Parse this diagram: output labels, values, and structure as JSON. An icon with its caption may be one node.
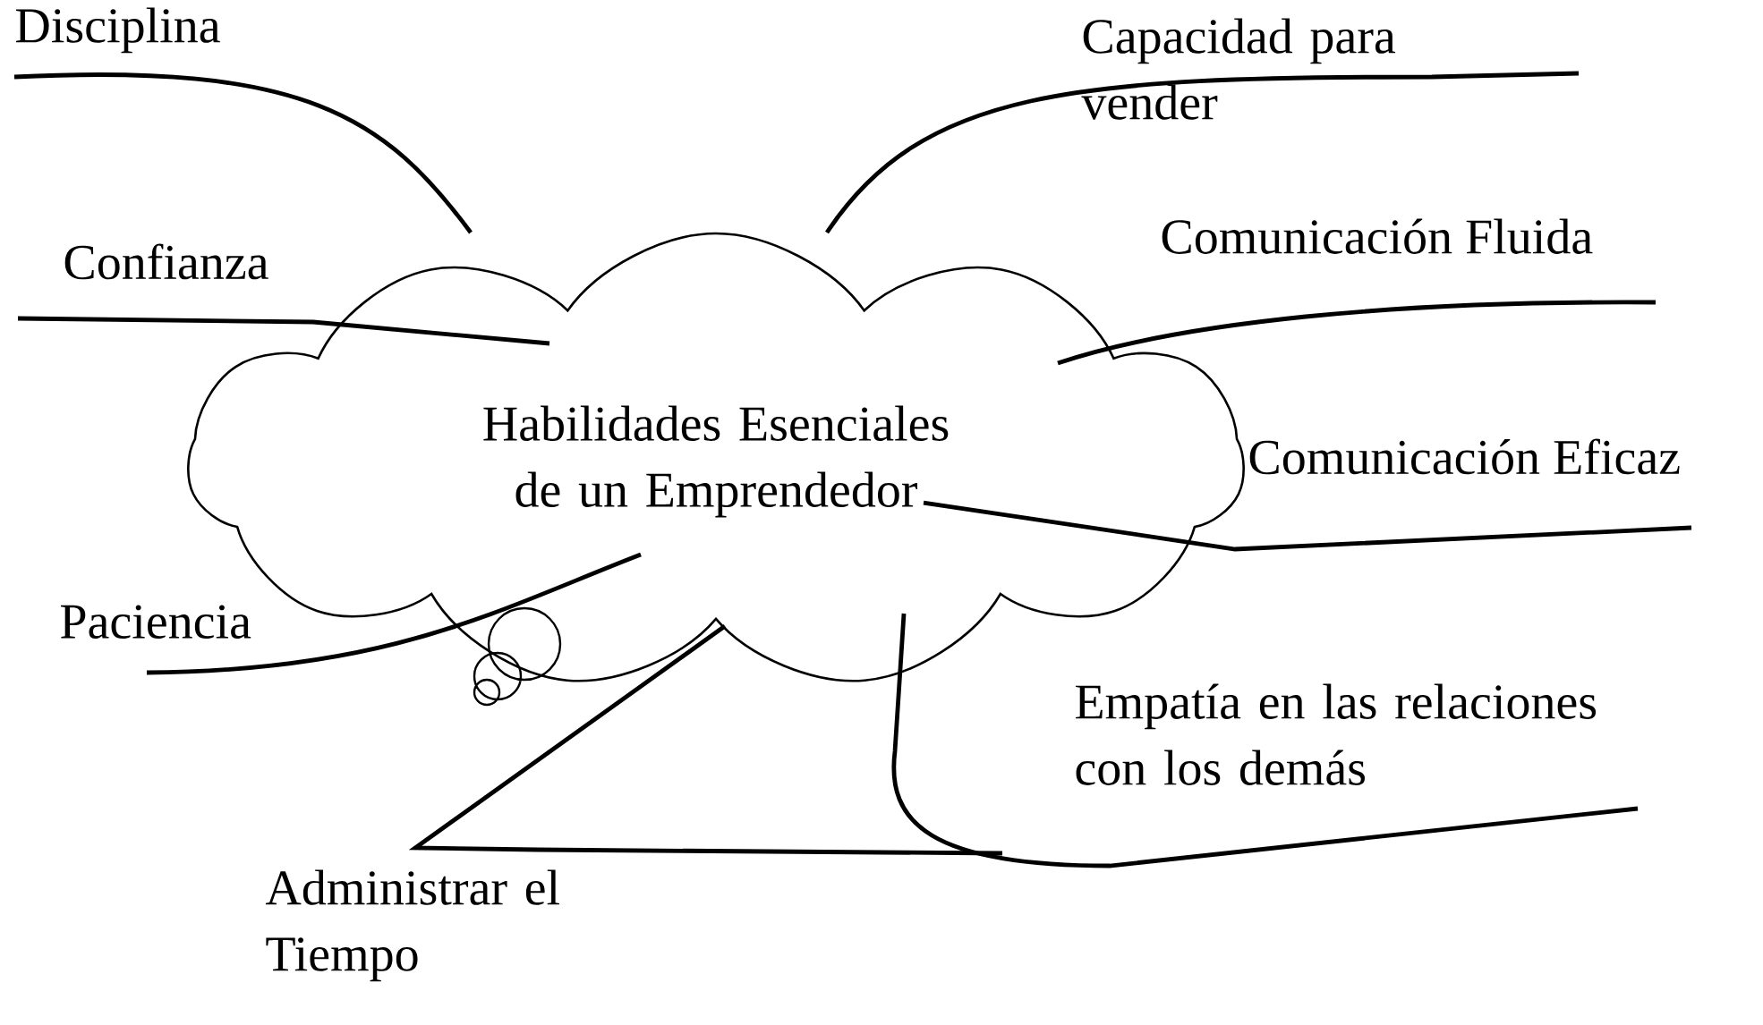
{
  "diagram": {
    "nodes": [
      {
        "text": [
          "Habilidades Esenciales de un Emprendedor"
        ]
      },
      {
        "text": [
          "Disciplina"
        ]
      },
      {
        "text": [
          "Confianza"
        ]
      },
      {
        "text": [
          "Paciencia"
        ]
      },
      {
        "text": [
          "Administrar el Tiempo"
        ]
      },
      {
        "text": [
          "Capacidad para vender"
        ]
      },
      {
        "text": [
          "Comunicación Fluida"
        ]
      },
      {
        "text": [
          "Comunicación Eficaz"
        ]
      },
      {
        "text": [
          "Empatía en las relaciones con los demás"
        ]
      }
    ],
    "edges": [
      {
        "from": 1,
        "to": 0,
        "arrow": "none"
      },
      {
        "from": 2,
        "to": 0,
        "arrow": "none"
      },
      {
        "from": 3,
        "to": 0,
        "arrow": "none"
      },
      {
        "from": 4,
        "to": 0,
        "arrow": "none"
      },
      {
        "from": 5,
        "to": 0,
        "arrow": "none"
      },
      {
        "from": 6,
        "to": 0,
        "arrow": "none"
      },
      {
        "from": 7,
        "to": 0,
        "arrow": "none"
      },
      {
        "from": 8,
        "to": 0,
        "arrow": "none"
      }
    ]
  }
}
